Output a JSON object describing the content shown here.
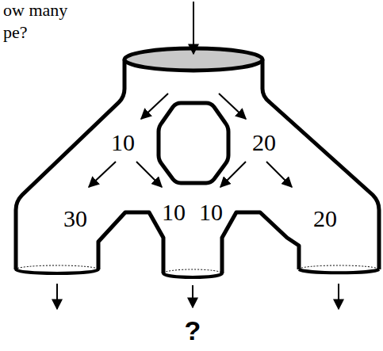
{
  "diagram": {
    "labels": [
      "ow many",
      "pe?",
      "10",
      "20",
      "30",
      "10",
      "10",
      "20",
      "?"
    ]
  }
}
